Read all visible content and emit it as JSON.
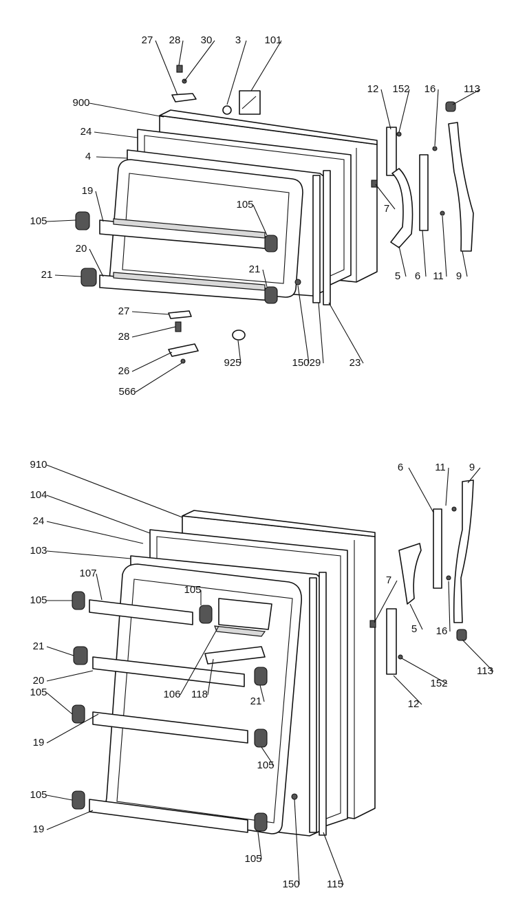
{
  "diagram": {
    "top_assembly": {
      "callouts": [
        "27",
        "28",
        "30",
        "3",
        "101",
        "900",
        "24",
        "4",
        "19",
        "105",
        "105",
        "20",
        "21",
        "21",
        "12",
        "152",
        "16",
        "113",
        "7",
        "5",
        "6",
        "11",
        "9",
        "27",
        "28",
        "26",
        "566",
        "925",
        "150",
        "29",
        "23"
      ]
    },
    "bottom_assembly": {
      "callouts": [
        "910",
        "104",
        "24",
        "103",
        "107",
        "105",
        "105",
        "21",
        "20",
        "106",
        "118",
        "21",
        "105",
        "19",
        "105",
        "105",
        "19",
        "105",
        "150",
        "115",
        "6",
        "11",
        "9",
        "7",
        "5",
        "16",
        "113",
        "12",
        "152"
      ]
    }
  }
}
